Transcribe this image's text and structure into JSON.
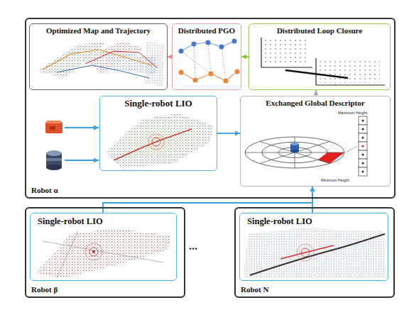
{
  "diagram": {
    "nodes": [
      {
        "text": [
          "Robot α"
        ]
      },
      {
        "text": [
          "Optimized Map and Trajectory"
        ],
        "in": 0
      },
      {
        "text": [
          "Distributed PGO"
        ],
        "in": 0
      },
      {
        "text": [
          "Distributed Loop Closure"
        ],
        "in": 0
      },
      {
        "text": [
          "Single-robot LIO"
        ],
        "in": 0
      },
      {
        "text": [
          "Exchanged Global Descriptor"
        ],
        "in": 0
      },
      {
        "text": [
          "Robot β"
        ]
      },
      {
        "text": [
          "Single-robot LIO"
        ],
        "in": 6
      },
      {
        "text": [
          "Robot N"
        ]
      },
      {
        "text": [
          "Single-robot LIO"
        ],
        "in": 8
      }
    ],
    "edges": [
      {
        "from": 4,
        "to": 5,
        "arrow": "to"
      },
      {
        "from": 5,
        "to": 3,
        "arrow": "to"
      },
      {
        "from": 3,
        "to": 2,
        "arrow": "to"
      },
      {
        "from": 2,
        "to": 1,
        "arrow": "to"
      },
      {
        "from": 7,
        "to": 5,
        "arrow": "to"
      },
      {
        "from": 9,
        "to": 5,
        "arrow": "to"
      }
    ],
    "labels": [
      "...",
      "Maximum Height",
      "Minimum Height"
    ]
  }
}
